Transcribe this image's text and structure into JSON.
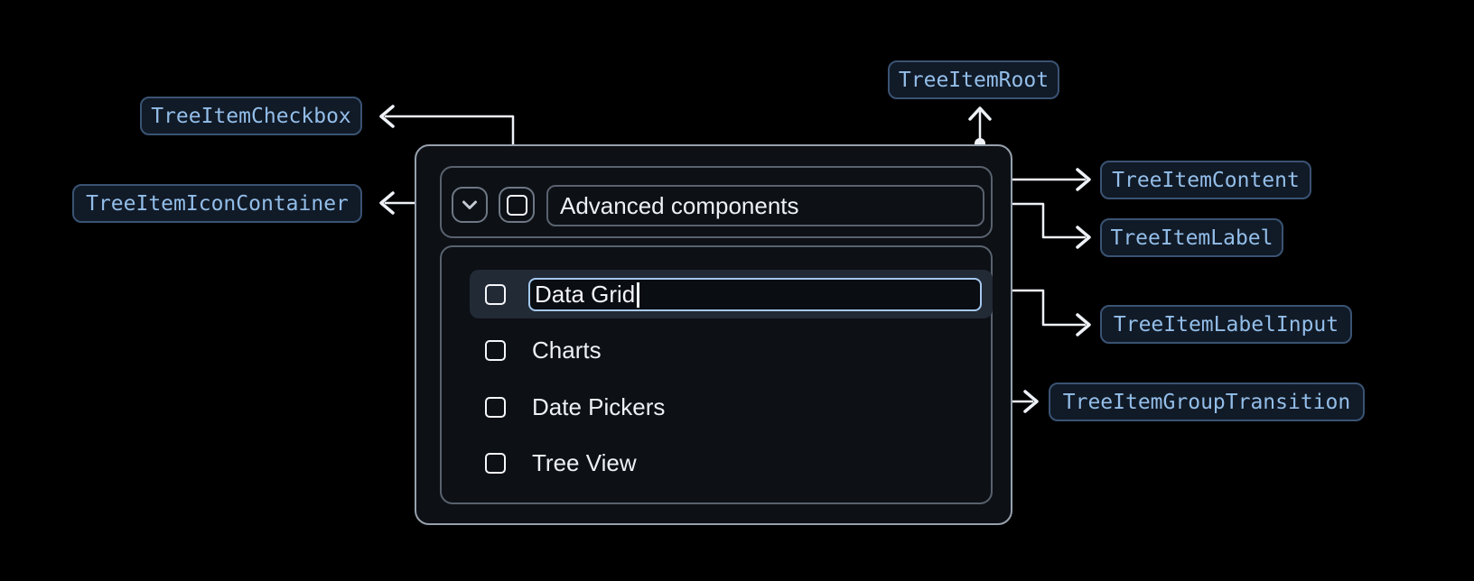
{
  "diagram": {
    "badges": {
      "root": "TreeItemRoot",
      "checkbox": "TreeItemCheckbox",
      "icon_container": "TreeItemIconContainer",
      "content": "TreeItemContent",
      "label": "TreeItemLabel",
      "label_input": "TreeItemLabelInput",
      "group_transition": "TreeItemGroupTransition"
    }
  },
  "tree": {
    "parent_item": {
      "label": "Advanced components",
      "expanded": true,
      "checked": false
    },
    "editing_item": {
      "value": "Data Grid",
      "checked": false
    },
    "items": [
      {
        "label": "Charts",
        "checked": false
      },
      {
        "label": "Date Pickers",
        "checked": false
      },
      {
        "label": "Tree View",
        "checked": false
      }
    ]
  },
  "colors": {
    "page_bg": "#000000",
    "badge_bg": "#111a27",
    "badge_border": "#3a5373",
    "badge_text": "#93bee9",
    "connector": "#eef2f7",
    "outer_border": "#97a1ad",
    "inner_border": "#59626e",
    "row_highlight_bg": "#222a36",
    "input_border": "#a5c9ef",
    "item_text": "#edf0f4"
  }
}
